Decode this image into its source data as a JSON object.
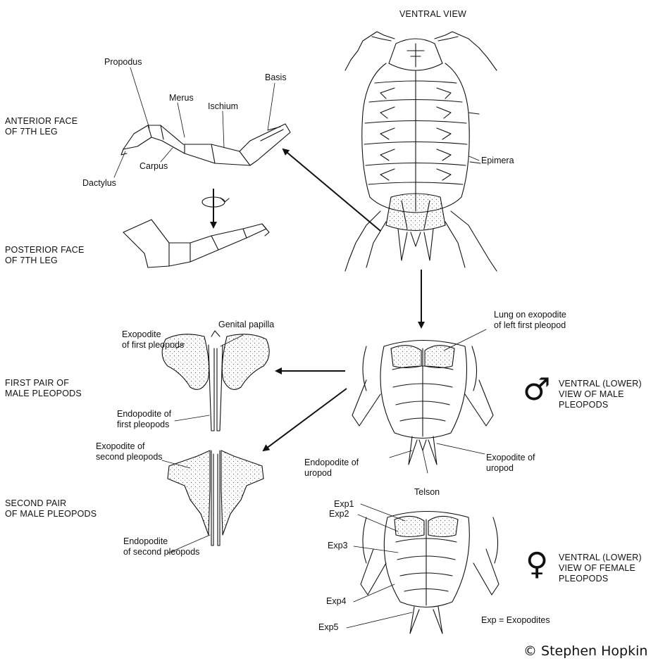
{
  "captions": {
    "ventral_view": "VENTRAL VIEW",
    "anterior_face": [
      "ANTERIOR FACE",
      "OF 7TH LEG"
    ],
    "posterior_face": [
      "POSTERIOR FACE",
      "OF 7TH LEG"
    ],
    "first_pair": [
      "FIRST PAIR OF",
      "MALE PLEOPODS"
    ],
    "second_pair": [
      "SECOND PAIR",
      "OF MALE PLEOPODS"
    ],
    "male_view": [
      "VENTRAL (LOWER)",
      "VIEW OF MALE",
      "PLEOPODS"
    ],
    "female_view": [
      "VENTRAL (LOWER)",
      "VIEW OF FEMALE",
      "PLEOPODS"
    ]
  },
  "leg_labels": {
    "basis": "Basis",
    "merus": "Merus",
    "ischium": "Ischium",
    "propodus": "Propodus",
    "carpus": "Carpus",
    "dactylus": "Dactylus"
  },
  "body_labels": {
    "epimera": "Epimera"
  },
  "male_labels": {
    "lung": [
      "Lung on exopodite",
      "of left first pleopod"
    ],
    "endopodite_uropod": [
      "Endopodite of",
      "uropod"
    ],
    "exopodite_uropod": [
      "Exopodite of",
      "uropod"
    ],
    "telson": "Telson"
  },
  "pleopod_labels": {
    "genital_papilla": "Genital papilla",
    "exopodite_first": [
      "Exopodite",
      "of first pleopods"
    ],
    "endopodite_first": [
      "Endopodite of",
      "first pleopods"
    ],
    "exopodite_second": [
      "Exopodite of",
      "second pleopods"
    ],
    "endopodite_second": [
      "Endopodite",
      "of second pleopods"
    ]
  },
  "female_labels": {
    "exp1": "Exp1",
    "exp2": "Exp2",
    "exp3": "Exp3",
    "exp4": "Exp4",
    "exp5": "Exp5",
    "legend": "Exp = Exopodites"
  },
  "symbols": {
    "male": "♂",
    "female": "♀"
  },
  "credit": "© Stephen Hopkin"
}
